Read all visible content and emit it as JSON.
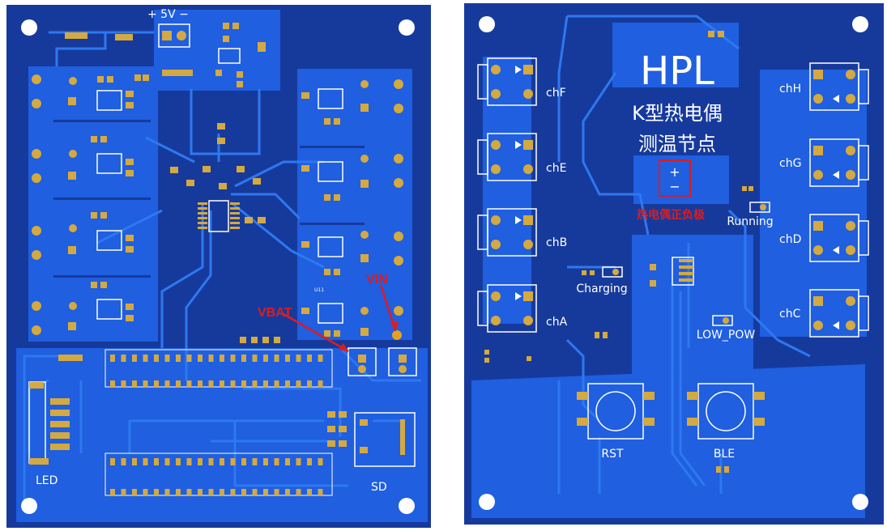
{
  "left_board": {
    "power_label": "+ 5V −",
    "vbat_label": "VBAT",
    "vin_label": "VIN",
    "led_label": "LED",
    "sd_label": "SD",
    "ic_ref": "U11"
  },
  "right_board": {
    "title": "HPL",
    "subtitle_line1": "K型热电偶",
    "subtitle_line2": "测温节点",
    "polarity_plus": "+",
    "polarity_minus": "−",
    "polarity_note": "热电偶正负极",
    "channels_left": [
      "chF",
      "chE",
      "chB",
      "chA"
    ],
    "channels_right": [
      "chH",
      "chG",
      "chD",
      "chC"
    ],
    "led_running": "Running",
    "led_charging": "Charging",
    "led_low_pow": "LOW_POW",
    "button_rst": "RST",
    "button_ble": "BLE"
  },
  "colors": {
    "board_bg": "#163a9c",
    "copper_pour": "#1f5fe0",
    "trace": "#2e78f0",
    "pad": "#d4a940",
    "silkscreen": "#ffffff",
    "annotation_red": "#e01b1b"
  }
}
